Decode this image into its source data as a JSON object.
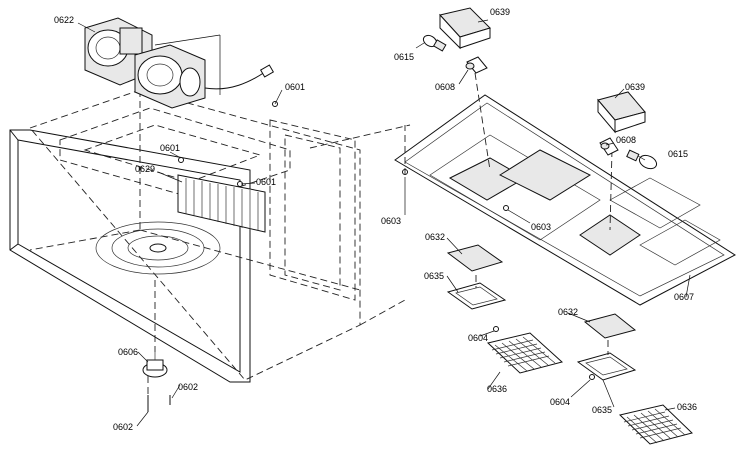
{
  "callouts": {
    "c0622": "0622",
    "c0601_top": "0601",
    "c0601_mid": "0601",
    "c0601_right": "0601",
    "c0629": "0629",
    "c0606": "0606",
    "c0602_right": "0602",
    "c0602_bottom": "0602",
    "c0639_top": "0639",
    "c0615_top": "0615",
    "c0608_top": "0608",
    "c0639_right": "0639",
    "c0608_right": "0608",
    "c0615_right": "0615",
    "c0603_left": "0603",
    "c0603_mid": "0603",
    "c0632_left": "0632",
    "c0635_left": "0635",
    "c0604_left": "0604",
    "c0636_left": "0636",
    "c0632_right": "0632",
    "c0635_right": "0635",
    "c0604_right": "0604",
    "c0636_right": "0636",
    "c0607": "0607"
  }
}
